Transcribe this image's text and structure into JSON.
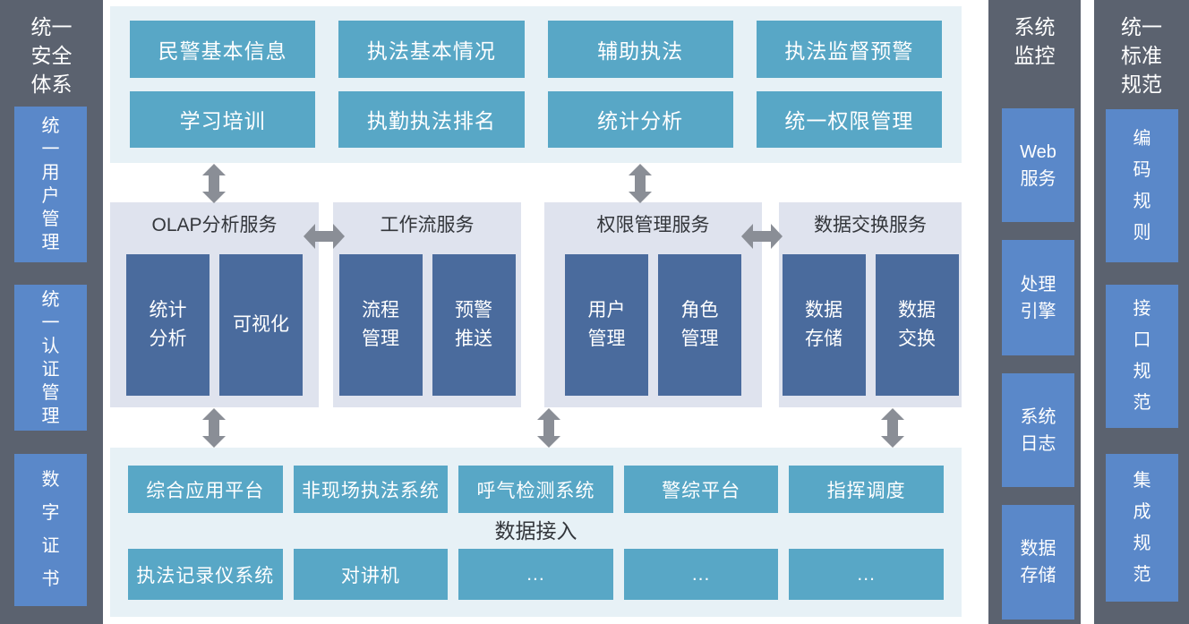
{
  "colors": {
    "sidebar_bg": "#5b626f",
    "sidebar_box_blue": "#5a88c9",
    "light_teal_panel": "#e7f1f6",
    "teal_button": "#58a7c6",
    "lavender_panel": "#dfe3ee",
    "dark_blue_box": "#4a6b9d",
    "arrow_gray": "#8a8e96",
    "heading_text": "#33363b"
  },
  "left_sidebar": {
    "title": "统一\n安全\n体系",
    "items": [
      {
        "label": "统\n一\n用\n户\n管\n理"
      },
      {
        "label": "统\n一\n认\n证\n管\n理"
      },
      {
        "label": "数\n字\n证\n书"
      }
    ]
  },
  "top_panel": {
    "buttons": [
      "民警基本信息",
      "执法基本情况",
      "辅助执法",
      "执法监督预警",
      "学习培训",
      "执勤执法排名",
      "统计分析",
      "统一权限管理"
    ]
  },
  "services": [
    {
      "title": "OLAP分析服务",
      "boxes": [
        "统计\n分析",
        "可视化"
      ]
    },
    {
      "title": "工作流服务",
      "boxes": [
        "流程\n管理",
        "预警\n推送"
      ]
    },
    {
      "title": "权限管理服务",
      "boxes": [
        "用户\n管理",
        "角色\n管理"
      ]
    },
    {
      "title": "数据交换服务",
      "boxes": [
        "数据\n存储",
        "数据\n交换"
      ]
    }
  ],
  "bottom_panel": {
    "row1": [
      "综合应用平台",
      "非现场执法系统",
      "呼气检测系统",
      "警综平台",
      "指挥调度"
    ],
    "label": "数据接入",
    "row2": [
      "执法记录仪系统",
      "对讲机",
      "...",
      "...",
      "..."
    ]
  },
  "monitor_column": {
    "title": "系统\n监控",
    "items": [
      "Web\n服务",
      "处理\n引擎",
      "系统\n日志",
      "数据\n存储"
    ]
  },
  "standards_column": {
    "title": "统一\n标准\n规范",
    "items": [
      "编\n码\n规\n则",
      "接\n口\n规\n范",
      "集\n成\n规\n范"
    ]
  }
}
